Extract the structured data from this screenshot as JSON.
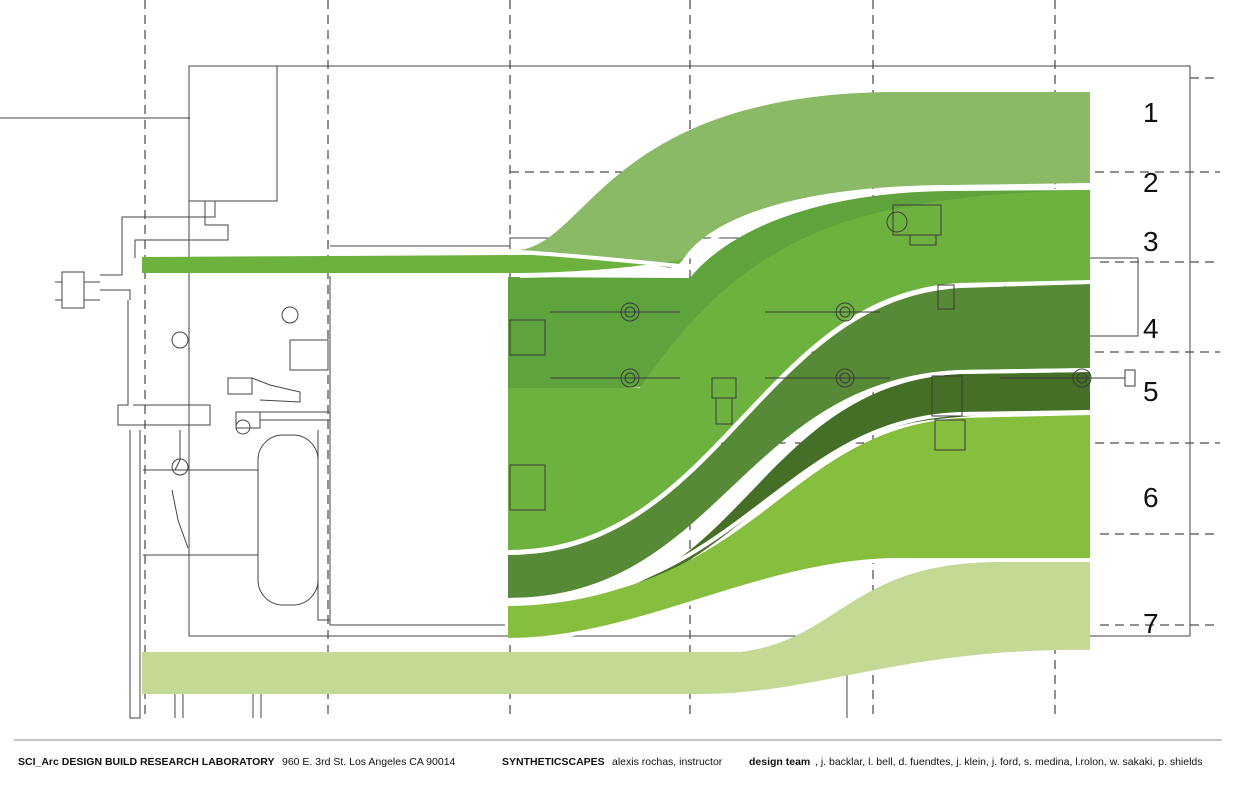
{
  "zones": [
    {
      "number": "1",
      "color": "#8aba66"
    },
    {
      "number": "2",
      "color": "#5ea33c"
    },
    {
      "number": "3",
      "color": "#6db23f"
    },
    {
      "number": "4",
      "color": "#568a36"
    },
    {
      "number": "5",
      "color": "#456f27"
    },
    {
      "number": "6",
      "color": "#86be3e"
    },
    {
      "number": "7",
      "color": "#c3d994"
    }
  ],
  "footer": {
    "lab_name": "SCI_Arc DESIGN BUILD RESEARCH LABORATORY",
    "lab_address": "960 E. 3rd St. Los Angeles CA 90014",
    "project_name": "SYNTHETICSCAPES",
    "instructor": "alexis rochas, instructor",
    "team_label": "design team",
    "team_members": ", j. backlar,  l. bell,  d. fuendtes,  j.  klein,  j. ford, s. medina, l.rolon, w. sakaki, p. shields"
  }
}
